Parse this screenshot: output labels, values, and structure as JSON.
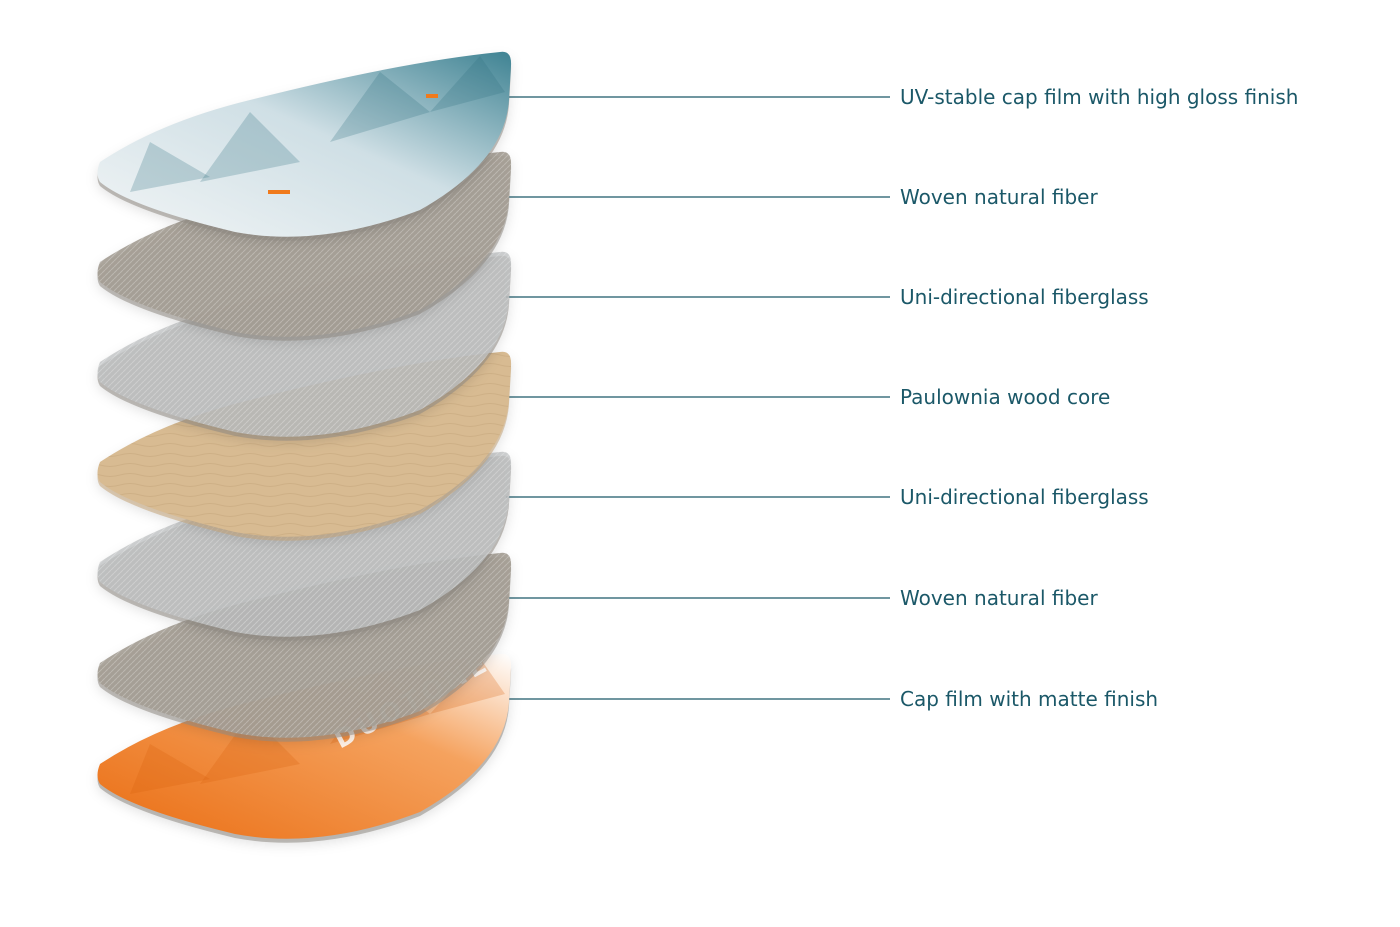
{
  "colors": {
    "label_text": "#1b5868",
    "leader_line": "#1b5868",
    "top_cap": "#3f8393",
    "top_cap_light": "#dbe6ea",
    "woven_fiber": "#a49d94",
    "fiberglass": "#bfc1c3",
    "wood_core": "#d8bb92",
    "bottom_cap": "#f07a1c"
  },
  "layers": [
    {
      "label": "UV-stable cap film with high gloss finish",
      "material": "top-cap-film"
    },
    {
      "label": "Woven natural fiber",
      "material": "woven-fiber"
    },
    {
      "label": "Uni-directional fiberglass",
      "material": "fiberglass"
    },
    {
      "label": "Paulownia wood core",
      "material": "wood-core"
    },
    {
      "label": "Uni-directional fiberglass",
      "material": "fiberglass"
    },
    {
      "label": "Woven natural fiber",
      "material": "woven-fiber"
    },
    {
      "label": "Cap film with matte finish",
      "material": "bottom-cap-film"
    }
  ],
  "board_texts": {
    "bottom_logo": "DUOTONE"
  }
}
